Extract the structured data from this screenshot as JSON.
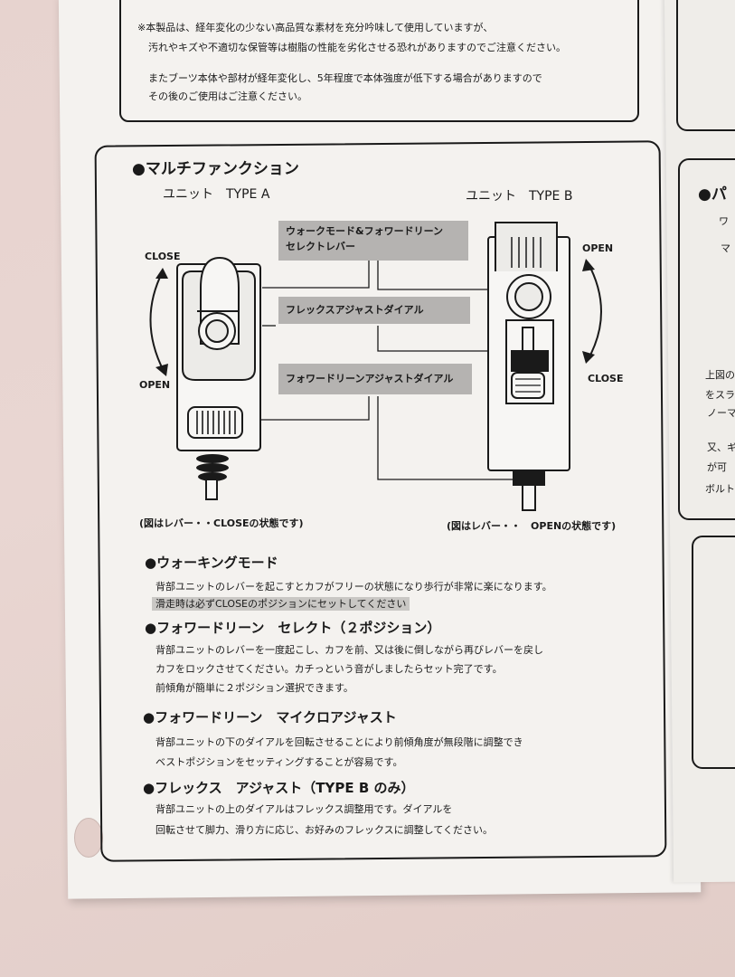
{
  "notice": {
    "line1": "※本製品は、経年変化の少ない高品質な素材を充分吟味して使用していますが、",
    "line2": "汚れやキズや不適切な保管等は樹脂の性能を劣化させる恐れがありますのでご注意ください。",
    "line3": "またブーツ本体や部材が経年変化し、5年程度で本体強度が低下する場合がありますので",
    "line4": "その後のご使用はご注意ください。"
  },
  "section": {
    "title": "●マルチファンクション",
    "unit_a": "ユニット　TYPE A",
    "unit_b": "ユニット　TYPE B",
    "callout1_line1": "ウォークモード&フォワードリーン",
    "callout1_line2": "セレクトレバー",
    "callout2": "フレックスアジャストダイアル",
    "callout3": "フォワードリーンアジャストダイアル",
    "close_a": "CLOSE",
    "open_a": "OPEN",
    "open_b": "OPEN",
    "close_b": "CLOSE",
    "caption_a": "(図はレバー・・CLOSEの状態です)",
    "caption_b": "(図はレバー・・　OPENの状態です)"
  },
  "features": [
    {
      "title": "●ウォーキングモード",
      "lines": [
        "背部ユニットのレバーを起こすとカフがフリーの状態になり歩行が非常に楽になります。",
        "滑走時は必ずCLOSEのポジションにセットしてください"
      ]
    },
    {
      "title": "●フォワードリーン　セレクト（２ポジション）",
      "lines": [
        "背部ユニットのレバーを一度起こし、カフを前、又は後に倒しながら再びレバーを戻し",
        "カフをロックさせてください。カチっという音がしましたらセット完了です。",
        "前傾角が簡単に２ポジション選択できます。"
      ]
    },
    {
      "title": "●フォワードリーン　マイクロアジャスト",
      "lines": [
        "背部ユニットの下のダイアルを回転させることにより前傾角度が無段階に調整でき",
        "ベストポジションをセッティングすることが容易です。"
      ]
    },
    {
      "title": "●フレックス　アジャスト（TYPE B のみ）",
      "lines": [
        "背部ユニットの上のダイアルはフレックス調整用です。ダイアルを",
        "回転させて脚力、滑り方に応じ、お好みのフレックスに調整してください。"
      ]
    }
  ],
  "side": {
    "heading": "●パ",
    "t1": "ワ",
    "t2": "マ",
    "t3": "上図の",
    "t4": "をスラ",
    "t5": "ノーマ",
    "t6": "又、ギ",
    "t7": "が可",
    "t8": "ボルト"
  }
}
